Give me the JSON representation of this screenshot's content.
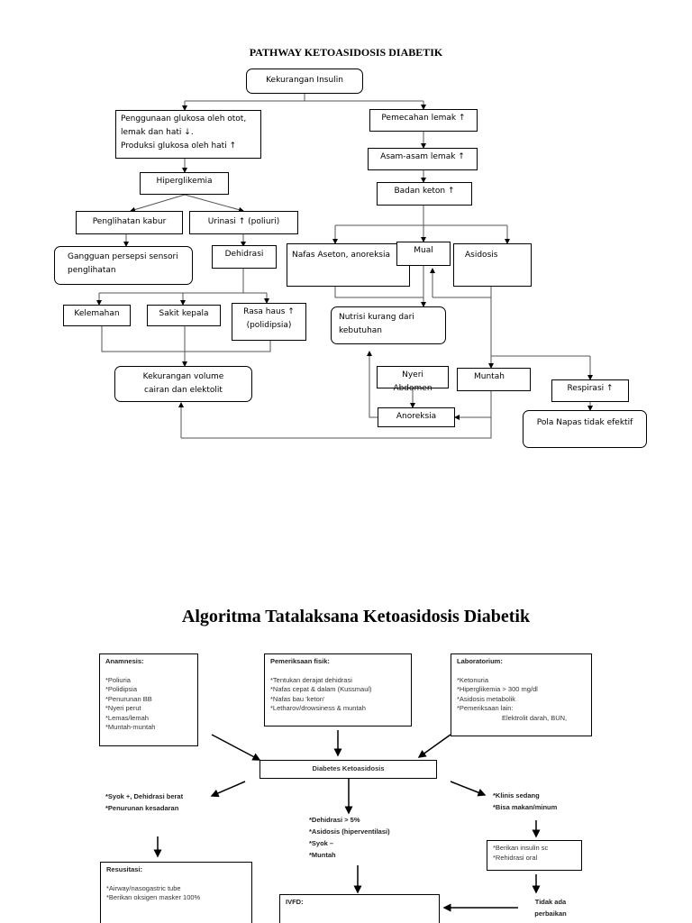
{
  "pathway": {
    "title": "PATHWAY KETOASIDOSIS DIABETIK",
    "kekurangan_insulin": "Kekurangan Insulin",
    "penggunaan": [
      "Penggunaan glukosa oleh otot,",
      "lemak dan hati ↓.",
      "Produksi glukosa oleh hati ↑"
    ],
    "hiperglikemia": "Hiperglikemia",
    "penglihatan_kabur": "Penglihatan kabur",
    "urinasi": "Urinasi ↑ (poliuri)",
    "gangguan": "Gangguan persepsi sensori penglihatan",
    "dehidrasi": "Dehidrasi",
    "pemecahan_lemak": "Pemecahan lemak ↑",
    "asam_lemak": "Asam-asam lemak ↑",
    "badan_keton": "Badan keton ↑",
    "nafas_aseton": "Nafas Aseton, anoreksia",
    "mual": "Mual",
    "asidosis": "Asidosis",
    "kelemahan": "Kelemahan",
    "sakit_kepala": "Sakit kepala",
    "rasa_haus": [
      "Rasa haus ↑",
      "(polidipsia)"
    ],
    "nutrisi": "Nutrisi kurang dari kebutuhan",
    "kekurangan_volume": "Kekurangan volume cairan dan elektolit",
    "nyeri_abdomen": "Nyeri Abdomen",
    "muntah": "Muntah",
    "respirasi": "Respirasi ↑",
    "anoreksia": "Anoreksia",
    "pola_napas": "Pola Napas tidak efektif"
  },
  "algoritma": {
    "title": "Algoritma Tatalaksana Ketoasidosis Diabetik",
    "anamnesis": {
      "heading": "Anamnesis:",
      "items": [
        "*Poliuria",
        "*Polidipsia",
        "*Penurunan BB",
        "*Nyeri perut",
        "*Lemas/lemah",
        "*Muntah-muntah"
      ]
    },
    "pemeriksaan": {
      "heading": "Pemeriksaan fisik:",
      "items": [
        "*Tentukan derajat dehidrasi",
        "*Nafas cepat & dalam (Kussmaul)",
        "*Nafas bau 'keton'",
        "*Letharov/drowsiness & muntah"
      ]
    },
    "laboratorium": {
      "heading": "Laboratorium:",
      "items": [
        "*Ketonuria",
        "*Hiperglikemia > 300 mg/dl",
        "*Asidosis metabolik",
        "*Pemeriksaan lain:",
        "Elektrolit darah, BUN,"
      ]
    },
    "dka": "Diabetes Ketoasidosis",
    "left": [
      "*Syok +, Dehidrasi berat",
      "*Penurunan kesadaran"
    ],
    "middle": [
      "*Dehidrasi > 5%",
      "*Asidosis (hiperventilasi)",
      "*Syok –",
      "*Muntah"
    ],
    "right": [
      "*Klinis sedang",
      "*Bisa makan/minum"
    ],
    "insulin_box": [
      "*Berikan insulin sc",
      "*Rehidrasi oral"
    ],
    "resusitasi": {
      "heading": "Resusitasi:",
      "items": [
        "*Airway/nasogastric tube",
        "*Berikan oksigen masker 100%"
      ]
    },
    "ivfd": {
      "heading": "IVFD:"
    },
    "tidak_ada": [
      "Tidak ada",
      "perbaikan"
    ]
  }
}
